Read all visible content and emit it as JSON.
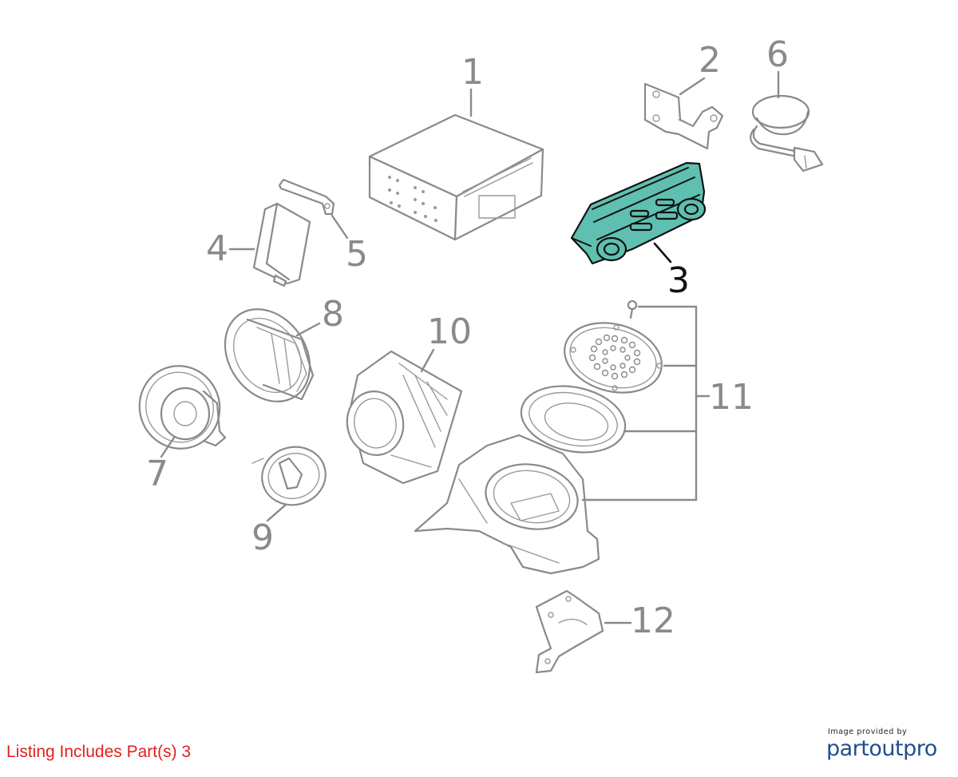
{
  "callouts": {
    "n1": "1",
    "n2": "2",
    "n3": "3",
    "n4": "4",
    "n5": "5",
    "n6": "6",
    "n7": "7",
    "n8": "8",
    "n9": "9",
    "n10": "10",
    "n11": "11",
    "n12": "12"
  },
  "highlighted_part": "3",
  "listing_note": "Listing Includes Part(s) 3",
  "credit": {
    "caption": "Image provided by",
    "logo": "partoutpro"
  },
  "colors": {
    "highlight": "#5fbfb0",
    "note": "#e0211f",
    "logo": "#1f4f8f",
    "line": "#8a8a8a"
  }
}
